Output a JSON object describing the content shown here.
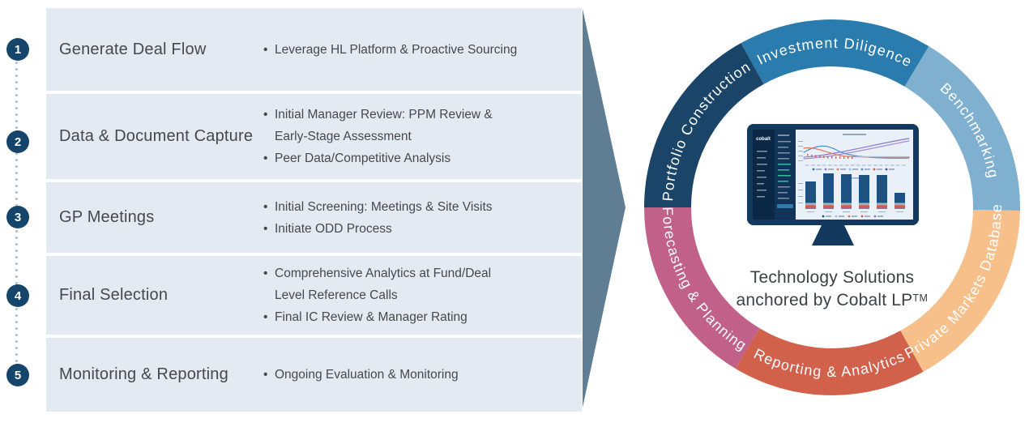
{
  "colors": {
    "panel_bg": "#e4eaf1",
    "step_badge": "#15456a",
    "connector_dots": "#b7c6d6",
    "arrow": "#5f7e94",
    "body_text": "#45494d",
    "caption_text": "#3c4145",
    "monitor_bezel": "#14395e"
  },
  "process_panel": {
    "steps": [
      {
        "number": "1",
        "title": "Generate Deal Flow",
        "bullets": [
          "Leverage HL Platform & Proactive Sourcing"
        ]
      },
      {
        "number": "2",
        "title": "Data & Document Capture",
        "bullets": [
          "Initial Manager Review: PPM Review &\nEarly-Stage Assessment",
          "Peer Data/Competitive Analysis"
        ]
      },
      {
        "number": "3",
        "title": "GP Meetings",
        "bullets": [
          "Initial Screening: Meetings & Site Visits",
          "Initiate ODD Process"
        ]
      },
      {
        "number": "4",
        "title": "Final Selection",
        "bullets": [
          "Comprehensive Analytics at Fund/Deal\nLevel Reference Calls",
          "Final IC Review & Manager Rating"
        ]
      },
      {
        "number": "5",
        "title": "Monitoring & Reporting",
        "bullets": [
          "Ongoing Evaluation & Monitoring"
        ]
      }
    ]
  },
  "ring": {
    "segments": [
      {
        "label": "Investment Diligence",
        "color": "#2b7cae"
      },
      {
        "label": "Benchmarking",
        "color": "#7fb0d0"
      },
      {
        "label": "Private Markets Database",
        "color": "#f7c08a"
      },
      {
        "label": "Reporting & Analytics",
        "color": "#d2614c"
      },
      {
        "label": "Forecasting & Planning",
        "color": "#c16089"
      },
      {
        "label": "Portfolio Construction",
        "color": "#1a4569"
      }
    ],
    "caption_line1": "Technology Solutions",
    "caption_line2": "anchored by Cobalt LP",
    "trademark": "TM"
  },
  "monitor": {
    "logo": "cobalt"
  }
}
